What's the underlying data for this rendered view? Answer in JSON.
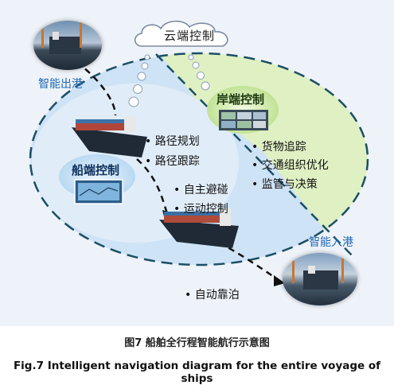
{
  "diagram": {
    "cloud_label": "云端控制",
    "departure_label": "智能出港",
    "arrival_label": "智能入港",
    "ship_control_label": "船端控制",
    "shore_control_label": "岸端控制",
    "ship_functions": [
      "路径规划",
      "路径跟踪",
      "自主避碰",
      "运动控制",
      "自动靠泊"
    ],
    "shore_functions": [
      "货物追踪",
      "交通组织优化",
      "监管与决策"
    ]
  },
  "caption": {
    "zh": "图7 船舶全行程智能航行示意图",
    "en": "Fig.7 Intelligent navigation diagram for the entire voyage of ships"
  }
}
